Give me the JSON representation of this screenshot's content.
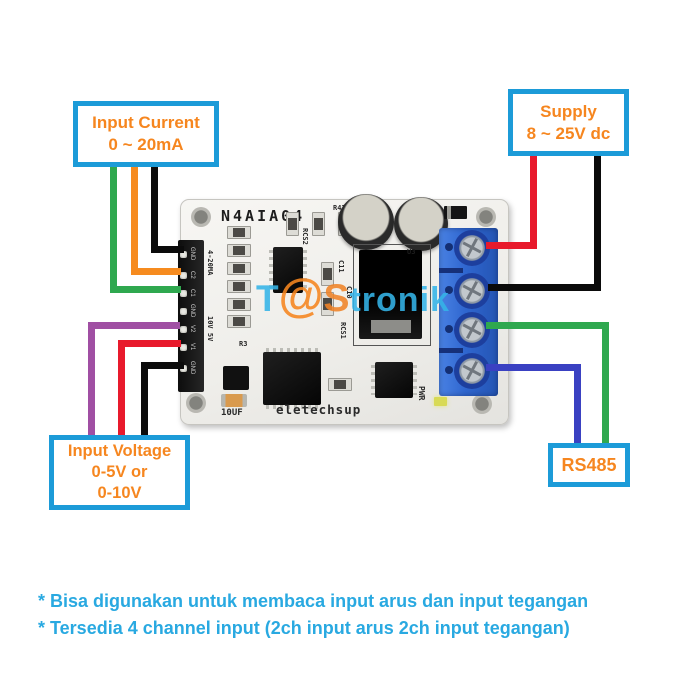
{
  "callouts": {
    "input_current": {
      "line1": "Input Current",
      "line2": "0 ~ 20mA"
    },
    "supply": {
      "line1": "Supply",
      "line2": "8 ~ 25V dc"
    },
    "input_voltage": {
      "line1": "Input Voltage",
      "line2": "0-5V or",
      "line3": "0-10V"
    },
    "rs485": {
      "label": "RS485"
    }
  },
  "watermark": {
    "part1": "T",
    "part2": "@",
    "part3": "S",
    "part4": "tronik"
  },
  "board": {
    "model": "N4AIA04",
    "brand": "eletechsup",
    "labels": {
      "r41": "R41",
      "rcs2": "RCS2",
      "u3": "U3",
      "c11": "C11",
      "c10": "C10",
      "rcs1": "RCS1",
      "r3": "R3",
      "cap_value": "10UF",
      "pwr": "PWR",
      "current_range": "4-20MA",
      "voltage_range": "10V 5V"
    },
    "header_pins": [
      "GND",
      "C2",
      "C1",
      "GND",
      "V2",
      "V1",
      "GND"
    ]
  },
  "notes": [
    "* Bisa digunakan untuk membaca input arus dan input tegangan",
    "* Tersedia 4 channel input (2ch input arus 2ch input tegangan)"
  ],
  "colors": {
    "callout_border": "#1c9bd8",
    "callout_text": "#f6861f",
    "note_text": "#29a9e1",
    "wire_green": "#2fa84f",
    "wire_orange": "#f68b1f",
    "wire_black": "#0b0b0b",
    "wire_red": "#e81a2c",
    "wire_purple": "#a04fa3",
    "wire_blue": "#3a41c2",
    "terminal_block_blue": "#2f66cf",
    "watermark_cyan": "#35b4e8",
    "watermark_orange": "#f6861f"
  }
}
